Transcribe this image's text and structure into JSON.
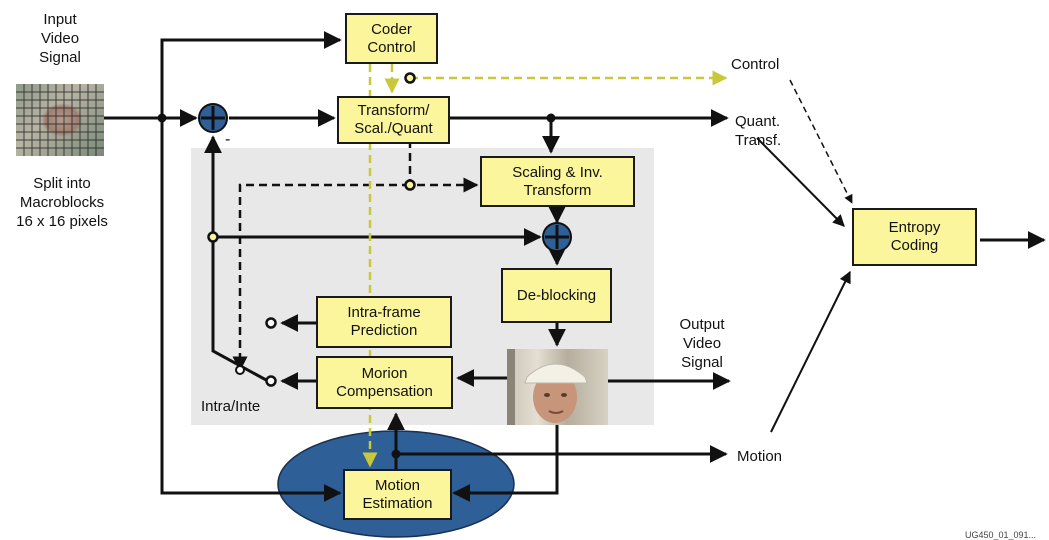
{
  "labels": {
    "input_video_signal": [
      "Input",
      "Video",
      "Signal"
    ],
    "split_into": [
      "Split into",
      "Macroblocks",
      "16 x 16 pixels"
    ],
    "control": "Control",
    "quant_transf": [
      "Quant.",
      "Transf."
    ],
    "output_video_signal": [
      "Output",
      "Video",
      "Signal"
    ],
    "motion": "Motion",
    "intra_inte": "Intra/Inte",
    "minus": "-",
    "figure_id": "UG450_01_091..."
  },
  "blocks": {
    "coder_control": [
      "Coder",
      "Control"
    ],
    "transform_quant": [
      "Transform/",
      "Scal./Quant"
    ],
    "scaling_inv_transform": [
      "Scaling & Inv.",
      "Transform"
    ],
    "deblocking": [
      "De-blocking"
    ],
    "intra_frame_prediction": [
      "Intra-frame",
      "Prediction"
    ],
    "motion_compensation": [
      "Morion",
      "Compensation"
    ],
    "motion_estimation": [
      "Motion",
      "Estimation"
    ],
    "entropy_coding": [
      "Entropy",
      "Coding"
    ]
  },
  "colors": {
    "block_fill": "#fbf59c",
    "control_dash": "#c8c83a",
    "loop_region": "#e8e8e8",
    "estimation_ellipse": "#2e5f96",
    "summing_node": "#2e5f96",
    "line": "#111111"
  },
  "icons": {
    "input_frame": "macroblock-grid-video-frame",
    "output_frame": "hardhat-worker-video-frame",
    "summing_junction": "plus-circle-icon"
  }
}
